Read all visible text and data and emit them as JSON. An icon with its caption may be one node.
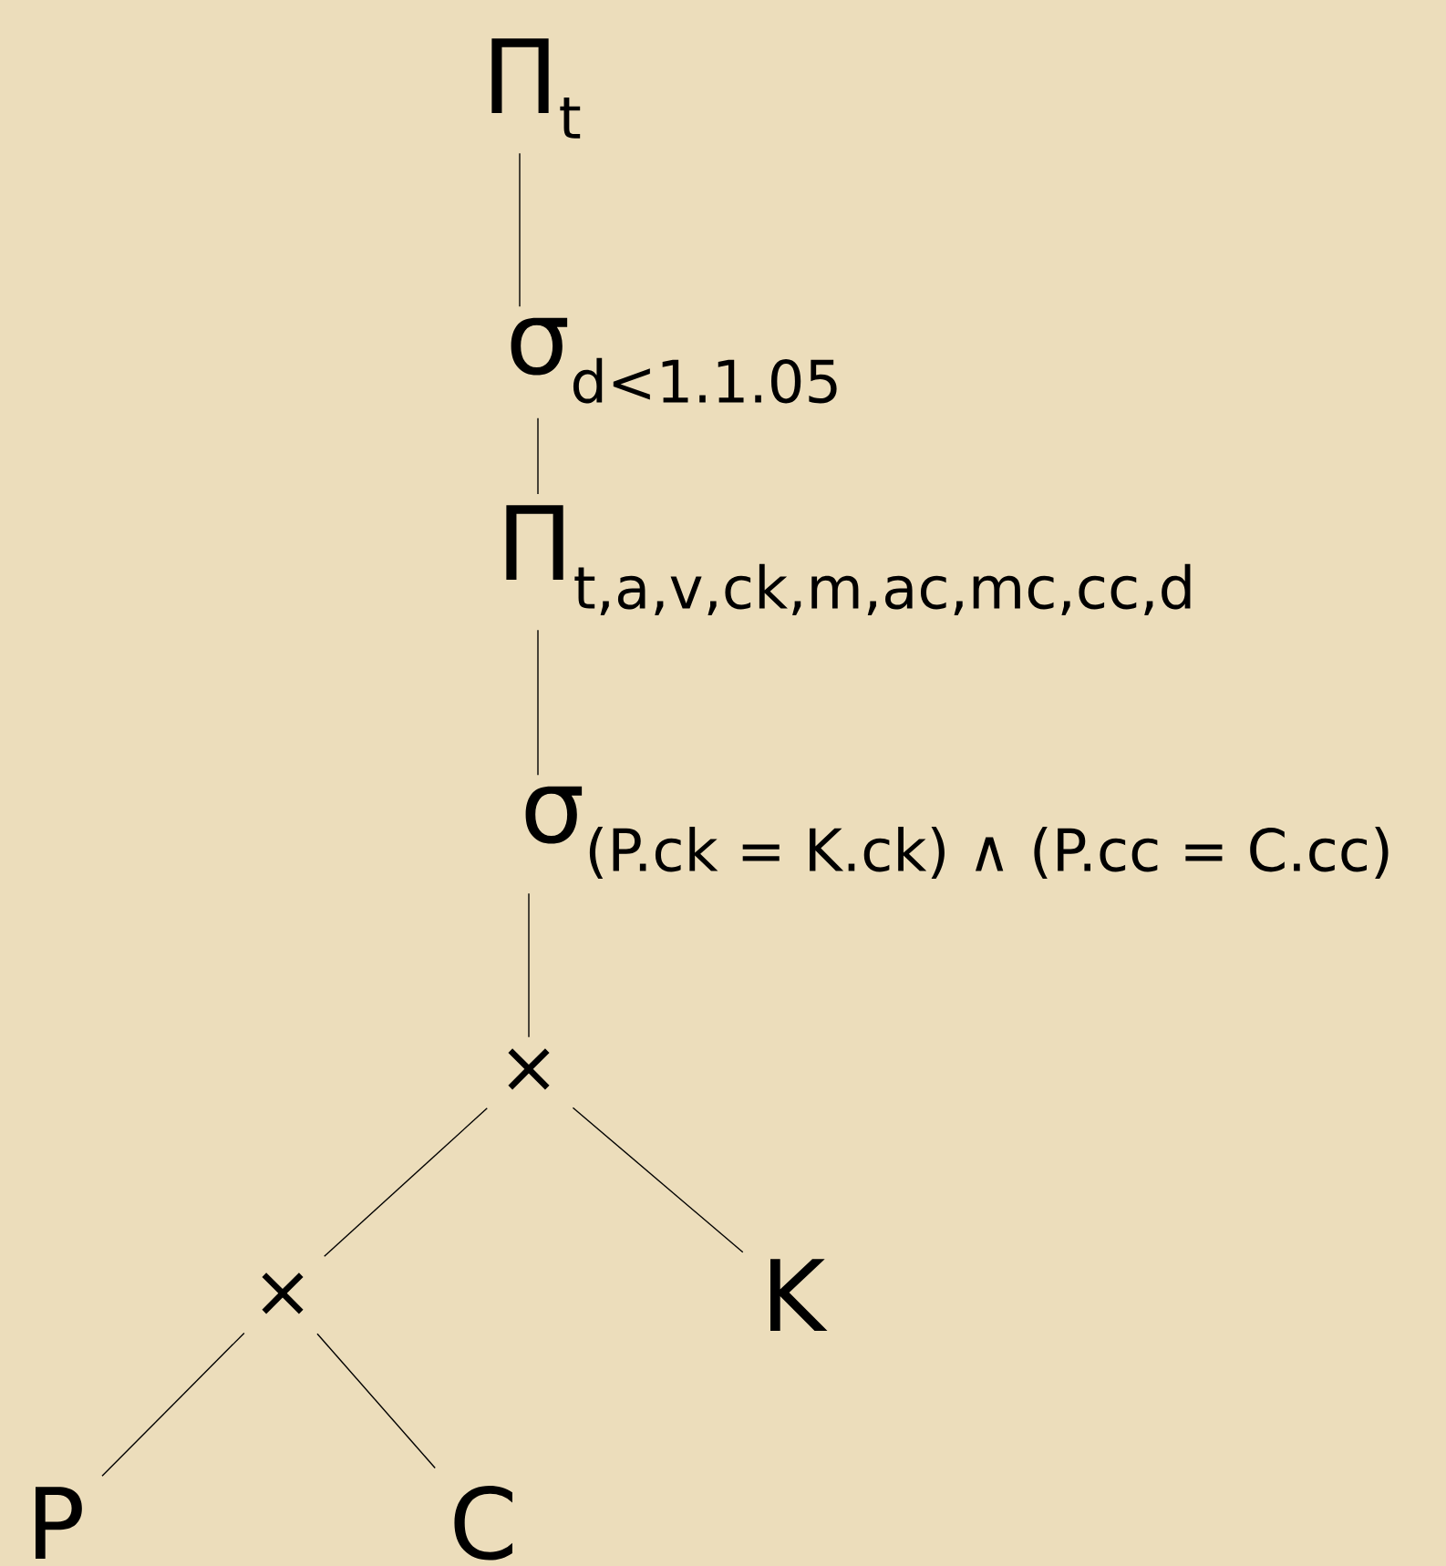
{
  "diagram": {
    "nodes": [
      {
        "text": [
          "\\text{Π}_{\\text{t}}"
        ]
      },
      {
        "text": [
          "\\text{σ}_{\\text{d<1.1.05}}"
        ]
      },
      {
        "text": [
          "\\text{Π}_{\\text{t,a,v,ck,m,ac,mc,cc,d}}"
        ]
      },
      {
        "text": [
          "\\text{σ}_{\\text{(P.ck = K.ck) ∧ (P.cc = C.cc)}}"
        ]
      },
      {
        "text": [
          "×"
        ]
      },
      {
        "text": [
          "×"
        ]
      },
      {
        "text": [
          "K"
        ]
      },
      {
        "text": [
          "P"
        ]
      },
      {
        "text": [
          "C"
        ]
      }
    ],
    "edges": [
      {
        "from": 0,
        "to": 1,
        "arrow": "none"
      },
      {
        "from": 1,
        "to": 2,
        "arrow": "none"
      },
      {
        "from": 2,
        "to": 3,
        "arrow": "none"
      },
      {
        "from": 3,
        "to": 4,
        "arrow": "none"
      },
      {
        "from": 4,
        "to": 5,
        "arrow": "none"
      },
      {
        "from": 4,
        "to": 6,
        "arrow": "none"
      },
      {
        "from": 5,
        "to": 7,
        "arrow": "none"
      },
      {
        "from": 5,
        "to": 8,
        "arrow": "none"
      }
    ]
  }
}
